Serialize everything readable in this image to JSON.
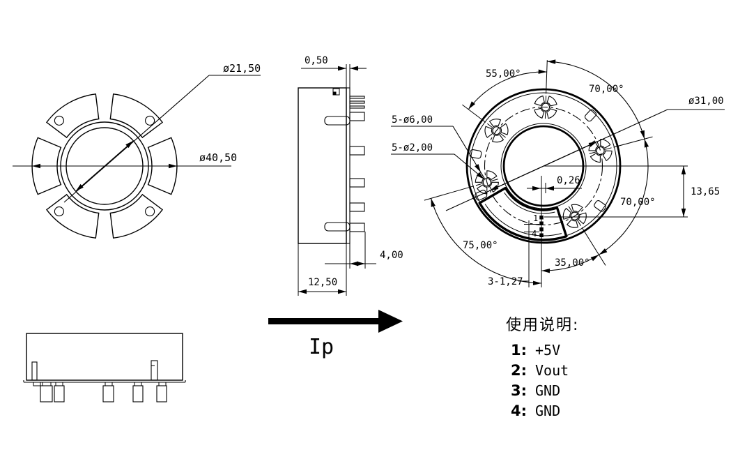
{
  "front_view": {
    "label_inner_diameter": "ø21,50",
    "label_outer_diameter": "ø40,50"
  },
  "side_view": {
    "label_top_thickness": "0,50",
    "label_pin_length": "4,00",
    "label_body_width": "12,50"
  },
  "back_view": {
    "label_mount_holes": "5-ø6,00",
    "label_pin_holes": "5-ø2,00",
    "label_bolt_circle": "ø31,00",
    "label_angle_top_left": "55,00°",
    "label_angle_top_right": "70,00°",
    "label_angle_right": "70,00°",
    "label_angle_bottom_left": "75,00°",
    "label_angle_bottom": "35,00°",
    "label_pin_offset": "0,26",
    "label_center_to_pin": "13,65",
    "label_pin_pitch": "3-1,27",
    "label_pin_first": "1",
    "label_pin_last": "4"
  },
  "current_arrow": {
    "label": "Ip"
  },
  "usage_notes": {
    "title": "使用说明:",
    "pins": [
      {
        "num": "1:",
        "signal": "+5V"
      },
      {
        "num": "2:",
        "signal": "Vout"
      },
      {
        "num": "3:",
        "signal": "GND"
      },
      {
        "num": "4:",
        "signal": "GND"
      }
    ]
  },
  "colors": {
    "line": "#000000",
    "background": "#ffffff"
  }
}
